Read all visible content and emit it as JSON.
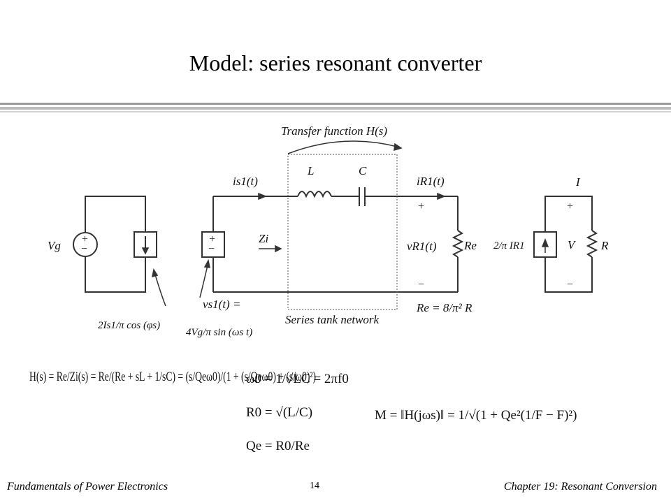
{
  "slide": {
    "title": "Model: series resonant converter",
    "footer_left": "Fundamentals of Power Electronics",
    "page_number": "14",
    "footer_right": "Chapter 19: Resonant Conversion"
  },
  "circuit": {
    "transfer_function_label": "Transfer function H(s)",
    "series_tank_label": "Series tank network",
    "inductor": "L",
    "capacitor": "C",
    "source_vg": "Vg",
    "current_is1": "is1(t)",
    "current_iR1": "iR1(t)",
    "voltage_vR1": "vR1(t)",
    "resistor_Re": "Re",
    "impedance_Zi": "Zi",
    "vs1_def": "vs1(t) =",
    "vs1_expr": "4Vg/π sin (ωs t)",
    "is1_expr": "2Is1/π cos (φs)",
    "re_def": "Re = 8/π² R",
    "load_current": "I",
    "load_voltage": "V",
    "load_resistor": "R",
    "load_source": "2/π IR1"
  },
  "equations": {
    "H": "H(s) = Re/Zi(s) = Re/(Re + sL + 1/sC) = (s/Qeω0)/(1 + (s/Qeω0) + (s/ω0)²)",
    "omega0": "ω0 = 1/√LC = 2πf0",
    "R0": "R0 = √(L/C)",
    "Qe": "Qe = R0/Re",
    "M": "M = ‖H(jωs)‖ = 1/√(1 + Qe²(1/F − F)²)"
  }
}
